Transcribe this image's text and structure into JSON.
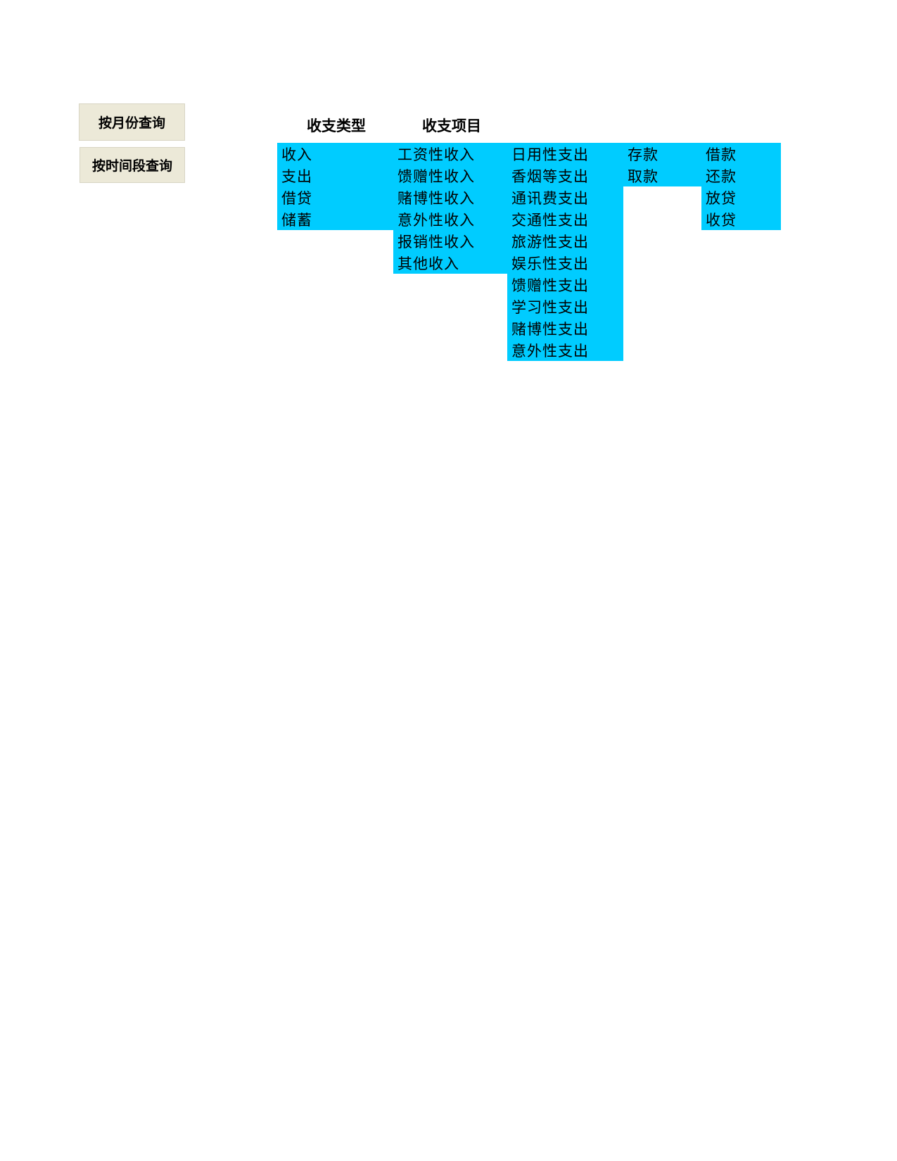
{
  "buttons": {
    "query_by_month": "按月份查询",
    "query_by_period": "按时间段查询"
  },
  "headers": {
    "type": "收支类型",
    "item": "收支项目"
  },
  "lists": {
    "type": [
      "收入",
      "支出",
      "借贷",
      "储蓄"
    ],
    "income": [
      "工资性收入",
      "馈赠性收入",
      "赌博性收入",
      "意外性收入",
      "报销性收入",
      "其他收入"
    ],
    "expense": [
      "日用性支出",
      "香烟等支出",
      "通讯费支出",
      "交通性支出",
      "旅游性支出",
      "娱乐性支出",
      "馈赠性支出",
      "学习性支出",
      "赌博性支出",
      "意外性支出"
    ],
    "savings": [
      "存款",
      "取款"
    ],
    "loan": [
      "借款",
      "还款",
      "放贷",
      "收贷"
    ]
  },
  "colors": {
    "list_background": "#00ccff",
    "button_background": "#ece9d8"
  }
}
